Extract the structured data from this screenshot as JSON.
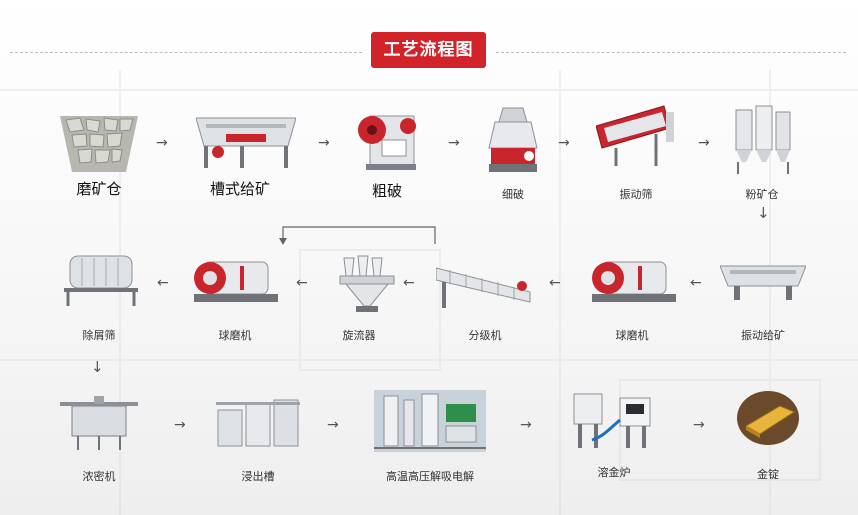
{
  "title": "工艺流程图",
  "steps": [
    {
      "id": "ore-bin",
      "label": "磨矿仓"
    },
    {
      "id": "trough-feeder",
      "label": "槽式给矿"
    },
    {
      "id": "coarse-crush",
      "label": "粗破"
    },
    {
      "id": "fine-crush",
      "label": "细破"
    },
    {
      "id": "vibrating-screen",
      "label": "振动筛"
    },
    {
      "id": "powder-bin",
      "label": "粉矿仓"
    },
    {
      "id": "vibrating-feeder",
      "label": "振动给矿"
    },
    {
      "id": "ball-mill-1",
      "label": "球磨机"
    },
    {
      "id": "classifier",
      "label": "分级机"
    },
    {
      "id": "hydrocyclone",
      "label": "旋流器"
    },
    {
      "id": "ball-mill-2",
      "label": "球磨机"
    },
    {
      "id": "trash-screen",
      "label": "除屑筛"
    },
    {
      "id": "thickener",
      "label": "浓密机"
    },
    {
      "id": "leach-tank",
      "label": "浸出槽"
    },
    {
      "id": "desorption",
      "label": "高温高压解吸电解"
    },
    {
      "id": "smelting-furnace",
      "label": "溶金炉"
    },
    {
      "id": "gold-ingot",
      "label": "金锭"
    }
  ],
  "colors": {
    "accent": "#d2222a",
    "machine_red": "#c9252c",
    "steel": "#c8ccd1",
    "line": "#555555"
  }
}
